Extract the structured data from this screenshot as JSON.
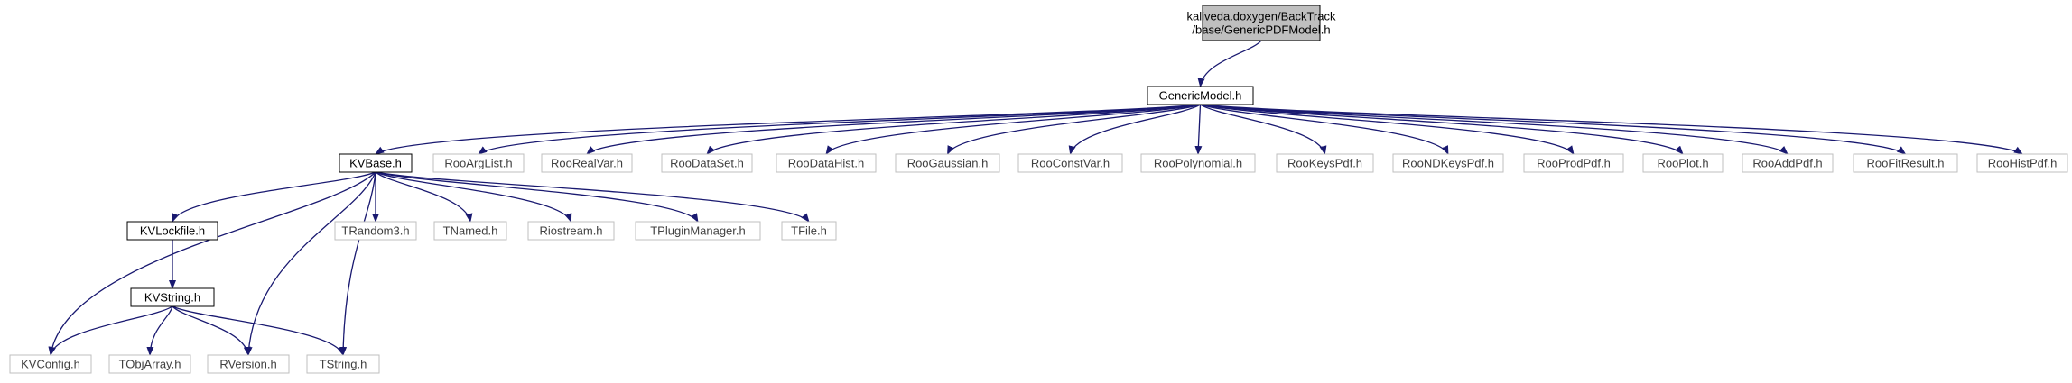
{
  "diagram": {
    "colors": {
      "edge": "#191970",
      "internal_border": "#000000",
      "external_border": "#bfbfbf",
      "root_fill": "#bfbfbf",
      "internal_text": "#000000",
      "external_text": "#404040"
    },
    "nodes": [
      {
        "id": "root",
        "lines": [
          "kaliveda.doxygen/BackTrack",
          "/base/GenericPDFModel.h"
        ],
        "kind": "root"
      },
      {
        "id": "genericmodel",
        "lines": [
          "GenericModel.h"
        ],
        "kind": "internal"
      },
      {
        "id": "kvbase",
        "lines": [
          "KVBase.h"
        ],
        "kind": "internal"
      },
      {
        "id": "rooarglist",
        "lines": [
          "RooArgList.h"
        ],
        "kind": "external"
      },
      {
        "id": "roorealvar",
        "lines": [
          "RooRealVar.h"
        ],
        "kind": "external"
      },
      {
        "id": "roodataset",
        "lines": [
          "RooDataSet.h"
        ],
        "kind": "external"
      },
      {
        "id": "roodatahist",
        "lines": [
          "RooDataHist.h"
        ],
        "kind": "external"
      },
      {
        "id": "roogaussian",
        "lines": [
          "RooGaussian.h"
        ],
        "kind": "external"
      },
      {
        "id": "rooconstvar",
        "lines": [
          "RooConstVar.h"
        ],
        "kind": "external"
      },
      {
        "id": "roopolynomial",
        "lines": [
          "RooPolynomial.h"
        ],
        "kind": "external"
      },
      {
        "id": "rookeyspdf",
        "lines": [
          "RooKeysPdf.h"
        ],
        "kind": "external"
      },
      {
        "id": "roondkeyspdf",
        "lines": [
          "RooNDKeysPdf.h"
        ],
        "kind": "external"
      },
      {
        "id": "rooprodpdf",
        "lines": [
          "RooProdPdf.h"
        ],
        "kind": "external"
      },
      {
        "id": "rooplot",
        "lines": [
          "RooPlot.h"
        ],
        "kind": "external"
      },
      {
        "id": "rooaddpdf",
        "lines": [
          "RooAddPdf.h"
        ],
        "kind": "external"
      },
      {
        "id": "roofitresult",
        "lines": [
          "RooFitResult.h"
        ],
        "kind": "external"
      },
      {
        "id": "roohistpdf",
        "lines": [
          "RooHistPdf.h"
        ],
        "kind": "external"
      },
      {
        "id": "kvlockfile",
        "lines": [
          "KVLockfile.h"
        ],
        "kind": "internal"
      },
      {
        "id": "trandom3",
        "lines": [
          "TRandom3.h"
        ],
        "kind": "external"
      },
      {
        "id": "tnamed",
        "lines": [
          "TNamed.h"
        ],
        "kind": "external"
      },
      {
        "id": "riostream",
        "lines": [
          "Riostream.h"
        ],
        "kind": "external"
      },
      {
        "id": "tpluginmanager",
        "lines": [
          "TPluginManager.h"
        ],
        "kind": "external"
      },
      {
        "id": "tfile",
        "lines": [
          "TFile.h"
        ],
        "kind": "external"
      },
      {
        "id": "kvstring",
        "lines": [
          "KVString.h"
        ],
        "kind": "internal"
      },
      {
        "id": "kvconfig",
        "lines": [
          "KVConfig.h"
        ],
        "kind": "external"
      },
      {
        "id": "tobjarray",
        "lines": [
          "TObjArray.h"
        ],
        "kind": "external"
      },
      {
        "id": "rversion",
        "lines": [
          "RVersion.h"
        ],
        "kind": "external"
      },
      {
        "id": "tstring",
        "lines": [
          "TString.h"
        ],
        "kind": "external"
      }
    ],
    "edges": [
      [
        "root",
        "genericmodel"
      ],
      [
        "genericmodel",
        "kvbase"
      ],
      [
        "genericmodel",
        "rooarglist"
      ],
      [
        "genericmodel",
        "roorealvar"
      ],
      [
        "genericmodel",
        "roodataset"
      ],
      [
        "genericmodel",
        "roodatahist"
      ],
      [
        "genericmodel",
        "roogaussian"
      ],
      [
        "genericmodel",
        "rooconstvar"
      ],
      [
        "genericmodel",
        "roopolynomial"
      ],
      [
        "genericmodel",
        "rookeyspdf"
      ],
      [
        "genericmodel",
        "roondkeyspdf"
      ],
      [
        "genericmodel",
        "rooprodpdf"
      ],
      [
        "genericmodel",
        "rooplot"
      ],
      [
        "genericmodel",
        "rooaddpdf"
      ],
      [
        "genericmodel",
        "roofitresult"
      ],
      [
        "genericmodel",
        "roohistpdf"
      ],
      [
        "kvbase",
        "kvlockfile"
      ],
      [
        "kvbase",
        "trandom3"
      ],
      [
        "kvbase",
        "tnamed"
      ],
      [
        "kvbase",
        "riostream"
      ],
      [
        "kvbase",
        "tpluginmanager"
      ],
      [
        "kvbase",
        "tfile"
      ],
      [
        "kvbase",
        "kvconfig"
      ],
      [
        "kvbase",
        "rversion"
      ],
      [
        "kvbase",
        "tstring"
      ],
      [
        "kvlockfile",
        "kvstring"
      ],
      [
        "kvstring",
        "kvconfig"
      ],
      [
        "kvstring",
        "tobjarray"
      ],
      [
        "kvstring",
        "rversion"
      ],
      [
        "kvstring",
        "tstring"
      ]
    ]
  }
}
